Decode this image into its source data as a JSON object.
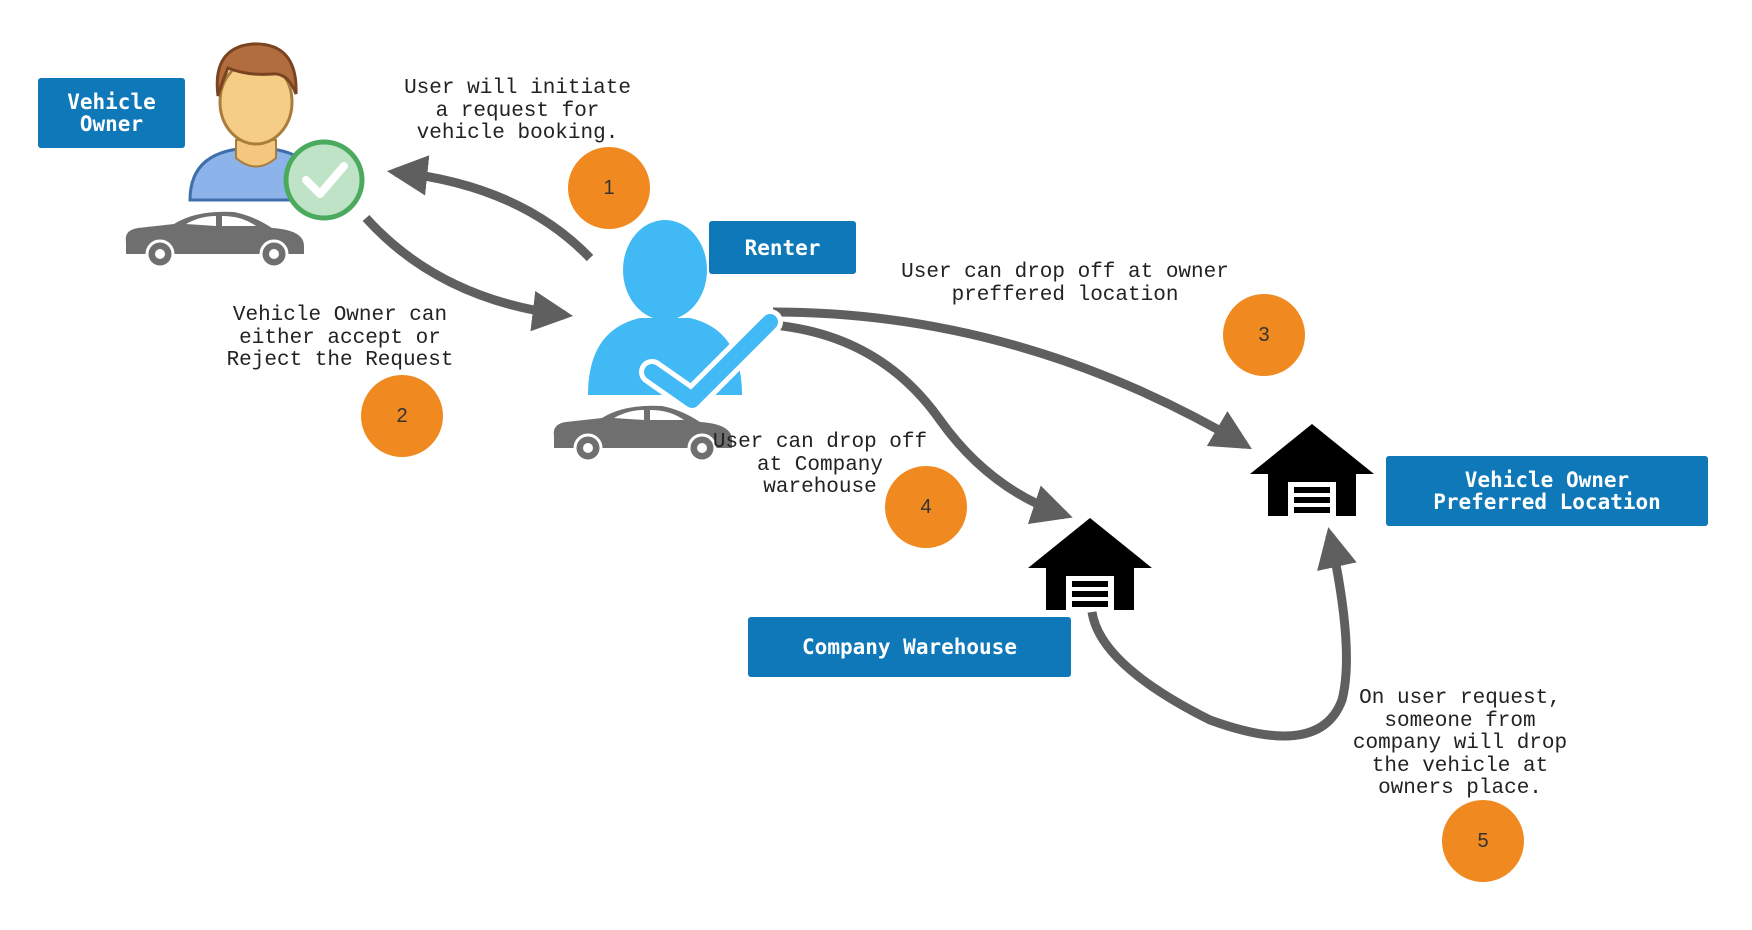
{
  "colors": {
    "label_box": "#0e78b8",
    "badge": "#f08a20",
    "arrow": "#5f5f5f",
    "renter_icon": "#40b9f5",
    "owner_shirt": "#8db4ea",
    "owner_check": "#4caa5e",
    "warehouse": "#000000",
    "car": "#6f6f6f"
  },
  "labels": {
    "vehicle_owner": "Vehicle\nOwner",
    "renter": "Renter",
    "company_warehouse": "Company Warehouse",
    "owner_preferred_location": "Vehicle Owner\nPreferred Location"
  },
  "notes": {
    "step1": "User will initiate\na request for\nvehicle booking.",
    "step2": "Vehicle Owner can\neither accept or\nReject the Request",
    "step3": "User can drop off at owner\npreffered location",
    "step4": "User can drop off\nat Company\nwarehouse",
    "step5": "On user request,\nsomeone from\ncompany will drop\nthe vehicle at\nowners place."
  },
  "badges": {
    "b1": "1",
    "b2": "2",
    "b3": "3",
    "b4": "4",
    "b5": "5"
  },
  "icons": {
    "owner": "person-icon",
    "owner_check": "check-circle-icon",
    "renter": "user-check-icon",
    "car": "car-icon",
    "warehouse": "garage-icon"
  }
}
